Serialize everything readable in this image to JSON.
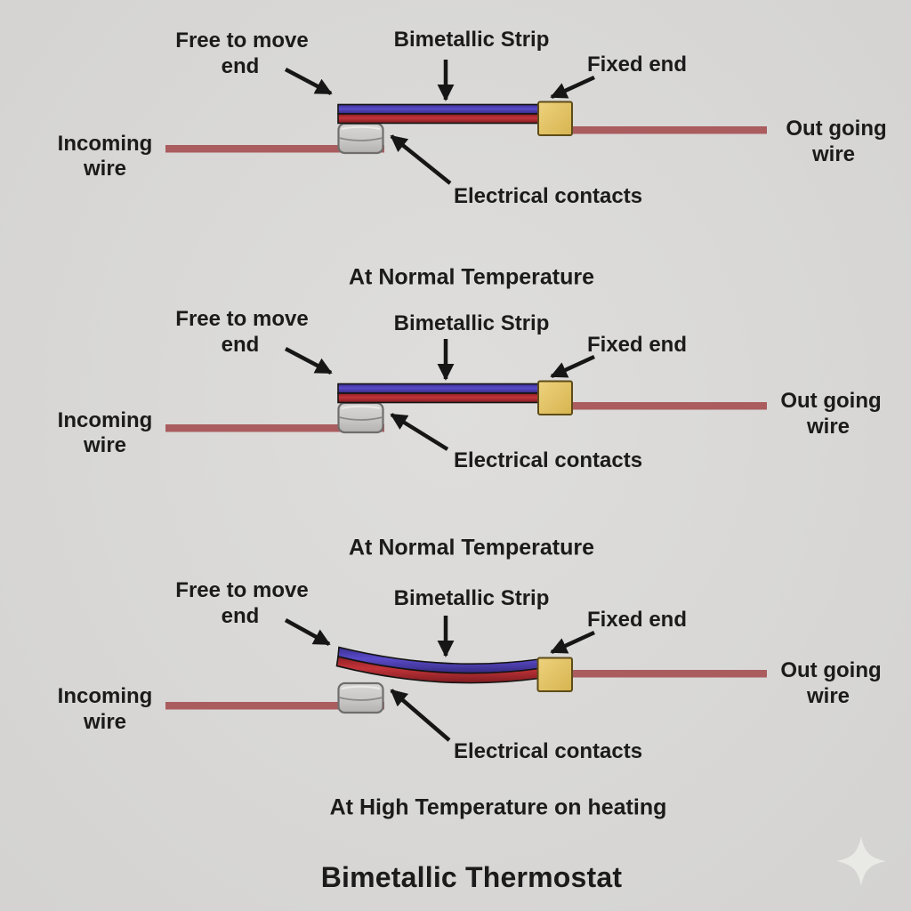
{
  "title": "Bimetallic Thermostat",
  "colors": {
    "background": "#dbdad8",
    "text": "#1b1b1b",
    "wire_red": "#aa5c5f",
    "strip_blue": "#4a3db6",
    "strip_red": "#b32c32",
    "fixed_block_gold": "#e2c063",
    "contact_gray": "#c9c8c6",
    "arrow_black": "#161616",
    "sparkle_watermark": "#e9e9e6"
  },
  "watermark_icon": "sparkle-four-point-star",
  "panels": [
    {
      "state": "straight strip touching contact",
      "caption": "At Normal Temperature",
      "free_end_1": "Free to move",
      "free_end_2": "end",
      "strip_label": "Bimetallic Strip",
      "fixed_end_label": "Fixed end",
      "incoming_1": "Incoming",
      "incoming_2": "wire",
      "outgoing_1": "Out going",
      "outgoing_2": "wire",
      "contacts_label": "Electrical contacts"
    },
    {
      "state": "straight strip touching contact",
      "caption": "At Normal Temperature",
      "free_end_1": "Free to move",
      "free_end_2": "end",
      "strip_label": "Bimetallic Strip",
      "fixed_end_label": "Fixed end",
      "incoming_1": "Incoming",
      "incoming_2": "wire",
      "outgoing_1": "Out going",
      "outgoing_2": "wire",
      "contacts_label": "Electrical contacts"
    },
    {
      "state": "bent strip lifted off contact",
      "caption": "At High Temperature on heating",
      "free_end_1": "Free to move",
      "free_end_2": "end",
      "strip_label": "Bimetallic Strip",
      "fixed_end_label": "Fixed end",
      "incoming_1": "Incoming",
      "incoming_2": "wire",
      "outgoing_1": "Out going",
      "outgoing_2": "wire",
      "contacts_label": "Electrical contacts"
    }
  ]
}
